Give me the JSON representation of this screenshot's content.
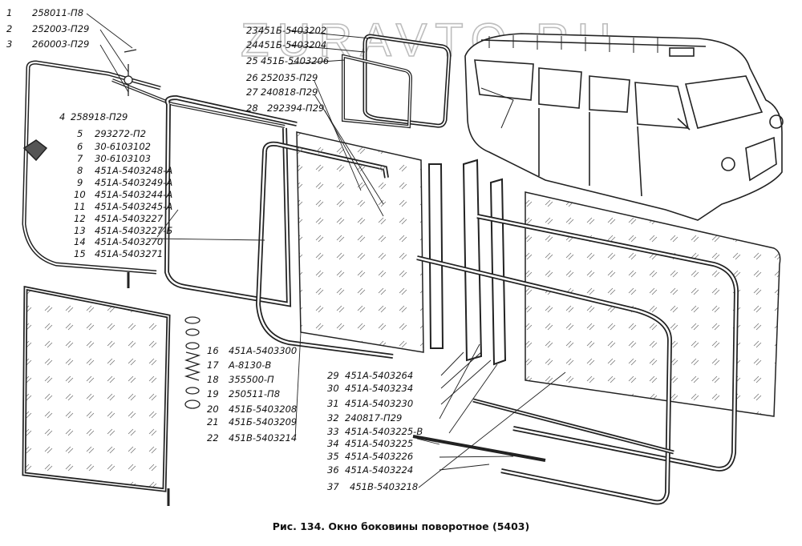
{
  "watermark": "ZURAVTO.RU",
  "caption": "Рис. 134. Окно боковины поворотное (5403)",
  "callouts": [
    {
      "num": "1",
      "code": "258011-П8"
    },
    {
      "num": "2",
      "code": "252003-П29"
    },
    {
      "num": "3",
      "code": "260003-П29"
    },
    {
      "num": "4",
      "code": "258918-П29"
    },
    {
      "num": "5",
      "code": "293272-П2"
    },
    {
      "num": "6",
      "code": "30-6103102"
    },
    {
      "num": "7",
      "code": "30-6103103"
    },
    {
      "num": "8",
      "code": "451А-5403248-А"
    },
    {
      "num": "9",
      "code": "451А-5403249-А"
    },
    {
      "num": "10",
      "code": "451А-5403244-А"
    },
    {
      "num": "11",
      "code": "451А-5403245-А"
    },
    {
      "num": "12",
      "code": "451А-5403227"
    },
    {
      "num": "13",
      "code": "451А-5403227-Б"
    },
    {
      "num": "14",
      "code": "451А-5403270"
    },
    {
      "num": "15",
      "code": "451А-5403271"
    },
    {
      "num": "16",
      "code": "451А-5403300"
    },
    {
      "num": "17",
      "code": "А-8130-В"
    },
    {
      "num": "18",
      "code": "355500-П"
    },
    {
      "num": "19",
      "code": "250511-П8"
    },
    {
      "num": "20",
      "code": "451Б-5403208"
    },
    {
      "num": "21",
      "code": "451Б-5403209"
    },
    {
      "num": "22",
      "code": "451В-5403214"
    },
    {
      "num": "23",
      "code": "451Б-5403202"
    },
    {
      "num": "24",
      "code": "451Б-5403204"
    },
    {
      "num": "25",
      "code": "451Б-5403206"
    },
    {
      "num": "26",
      "code": "252035-П29"
    },
    {
      "num": "27",
      "code": "240818-П29"
    },
    {
      "num": "28",
      "code": "292394-П29"
    },
    {
      "num": "29",
      "code": "451А-5403264"
    },
    {
      "num": "30",
      "code": "451А-5403234"
    },
    {
      "num": "31",
      "code": "451А-5403230"
    },
    {
      "num": "32",
      "code": "240817-П29"
    },
    {
      "num": "33",
      "code": "451А-5403225-В"
    },
    {
      "num": "34",
      "code": "451А-5403225"
    },
    {
      "num": "35",
      "code": "451А-5403226"
    },
    {
      "num": "36",
      "code": "451А-5403224"
    },
    {
      "num": "37",
      "code": "451В-5403218"
    }
  ]
}
